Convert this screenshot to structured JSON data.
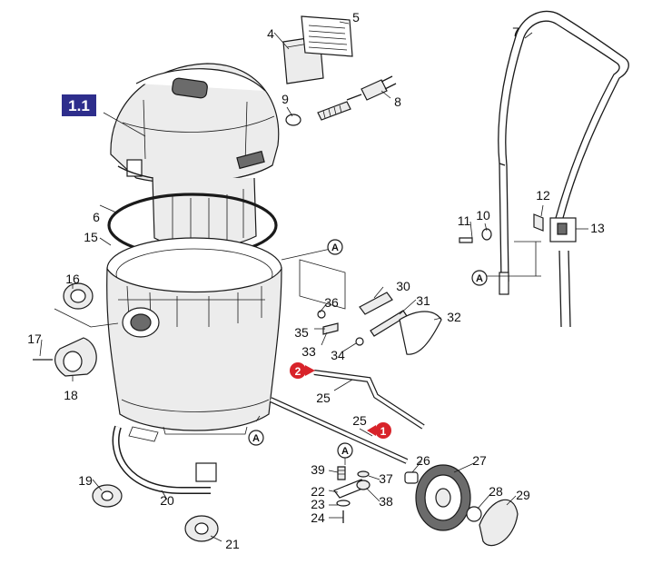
{
  "assembly_label": "1.1",
  "reference_letter": "A",
  "badges": [
    "2",
    "1"
  ],
  "part_numbers": [
    "4",
    "5",
    "6",
    "7",
    "8",
    "9",
    "10",
    "11",
    "12",
    "13",
    "15",
    "16",
    "17",
    "18",
    "19",
    "20",
    "21",
    "22",
    "23",
    "24",
    "25",
    "25",
    "26",
    "27",
    "28",
    "29",
    "30",
    "31",
    "32",
    "33",
    "34",
    "35",
    "36",
    "37",
    "38",
    "39"
  ],
  "colors": {
    "assembly_badge": "#2e2e8c",
    "callout_badge": "#d8232a",
    "line": "#1a1a1a"
  }
}
